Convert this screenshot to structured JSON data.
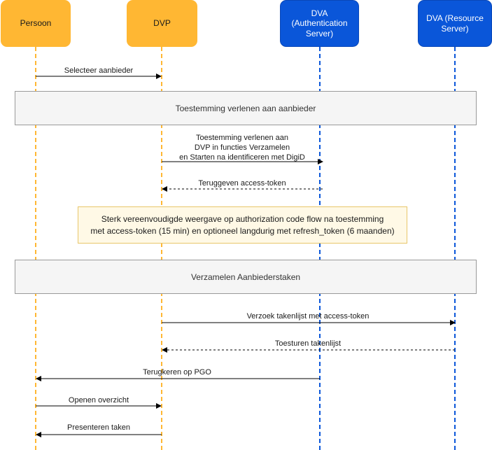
{
  "actors": {
    "persoon": "Persoon",
    "dvp": "DVP",
    "dva_auth": "DVA\n(Authentication\nServer)",
    "dva_resource": "DVA (Resource\nServer)"
  },
  "bands": {
    "toestemming": "Toestemming verlenen aan aanbieder",
    "verzamelen": "Verzamelen Aanbiederstaken"
  },
  "note": "Sterk vereenvoudigde weergave op authorization code flow na toestemming\nmet access-token (15 min) en optioneel langdurig met refresh_token (6 maanden)",
  "messages": {
    "selecteer": "Selecteer aanbieder",
    "toestemming_verlenen": "Toestemming verlenen aan\nDVP in functies Verzamelen\nen Starten na identificeren met DigiD",
    "teruggeven": "Teruggeven access-token",
    "verzoek": "Verzoek takenlijst met access-token",
    "toesturen": "Toesturen takenlijst",
    "terugkeren": "Terugkeren op PGO",
    "openen": "Openen overzicht",
    "presenteren": "Presenteren taken"
  },
  "colors": {
    "orange": "#FFB733",
    "blue": "#0A56D9",
    "band_fill": "#F5F5F5",
    "note_fill": "#FFF9E6"
  }
}
